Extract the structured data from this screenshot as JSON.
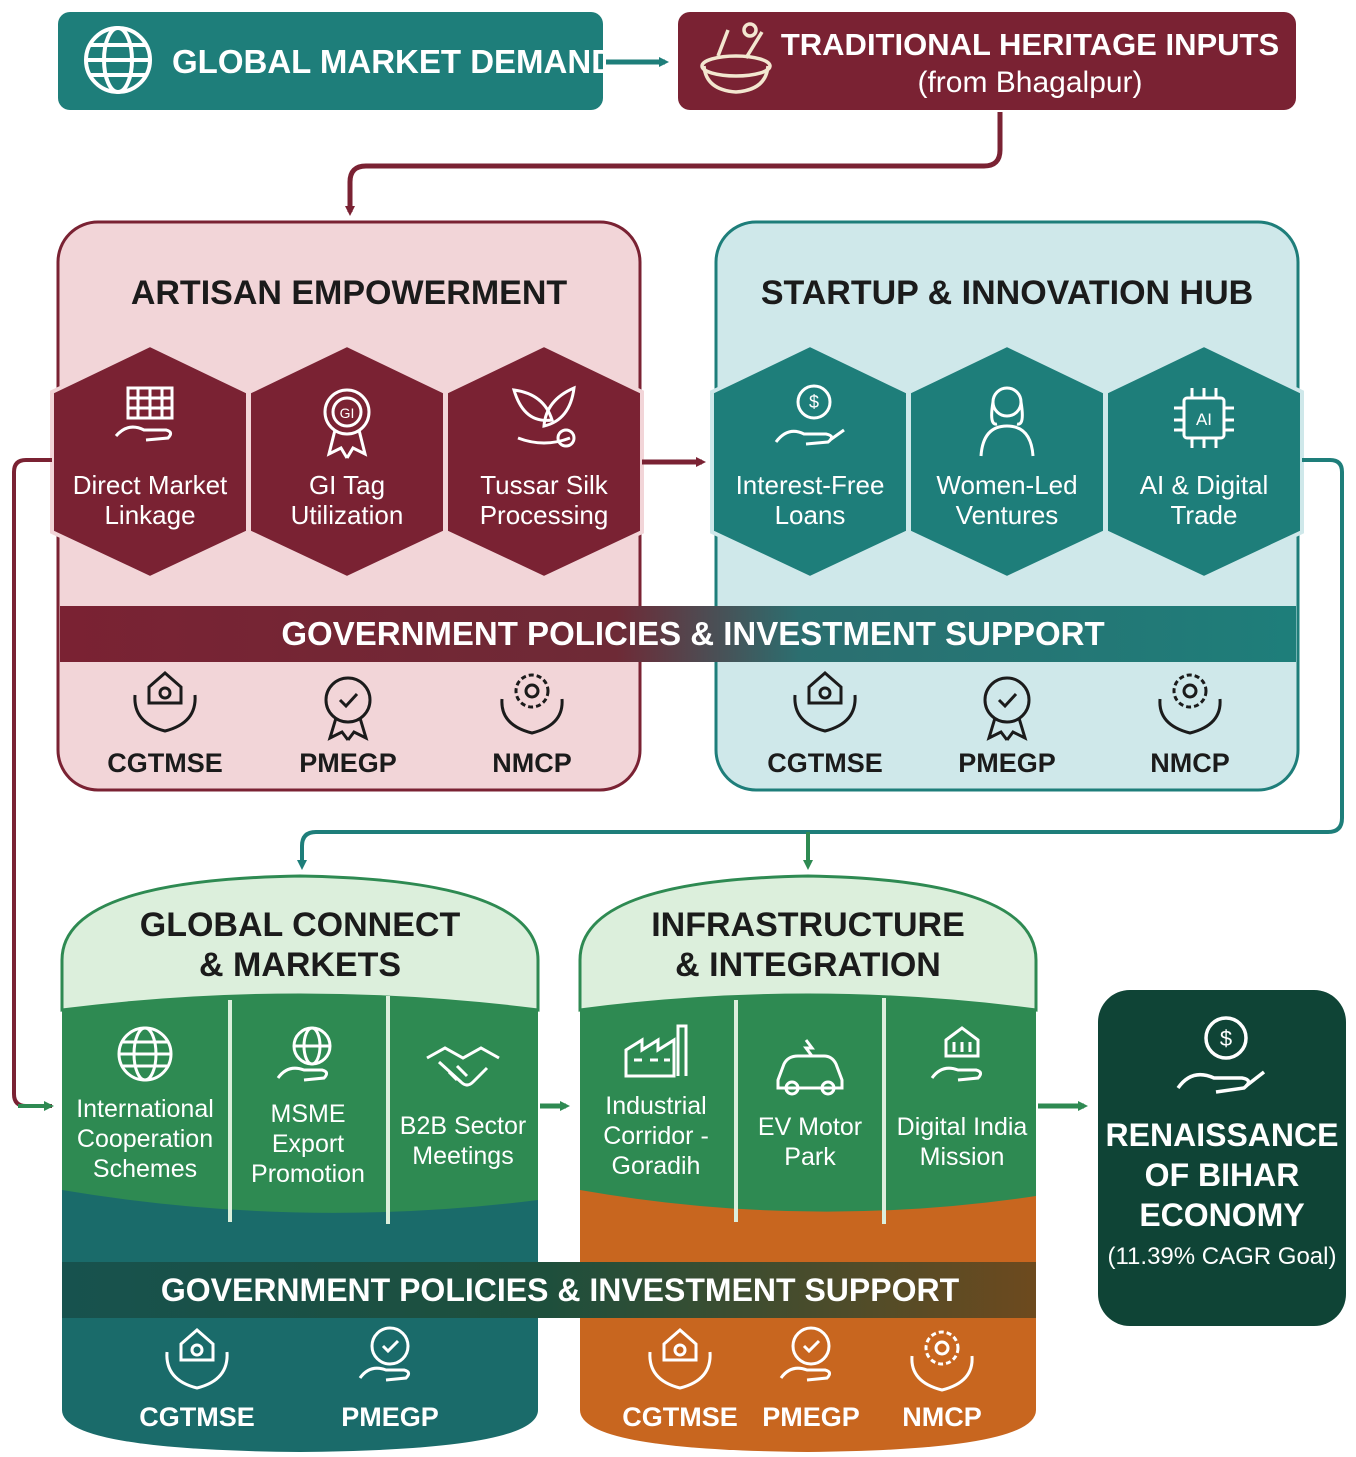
{
  "colors": {
    "teal": "#1e7e7a",
    "maroon": "#7a2233",
    "maroon_dark": "#5e1a26",
    "pink_bg": "#f2d5d8",
    "teal_light_bg": "#cfe8ea",
    "green": "#2e8a52",
    "green_light_bg": "#dcefdc",
    "teal_dark": "#1a6b6a",
    "orange": "#c8661f",
    "dark_green": "#0f4436",
    "white": "#ffffff",
    "ink": "#1b1b1b"
  },
  "top": {
    "global_demand": {
      "label": "GLOBAL MARKET DEMAND",
      "icon": "globe-icon"
    },
    "heritage": {
      "title": "TRADITIONAL HERITAGE INPUTS",
      "subtitle": "(from Bhagalpur)",
      "icon": "craft-pot-icon"
    }
  },
  "artisan": {
    "title": "ARTISAN EMPOWERMENT",
    "hexes": [
      {
        "l1": "Direct Market",
        "l2": "Linkage",
        "icon": "handloom-hand-icon"
      },
      {
        "l1": "GI Tag",
        "l2": "Utilization",
        "icon": "gi-badge-icon"
      },
      {
        "l1": "Tussar Silk",
        "l2": "Processing",
        "icon": "silk-leaf-icon"
      }
    ],
    "schemes": [
      "CGTMSE",
      "PMEGP",
      "NMCP"
    ]
  },
  "startup": {
    "title": "STARTUP & INNOVATION HUB",
    "hexes": [
      {
        "l1": "Interest-Free",
        "l2": "Loans",
        "icon": "dollar-hand-icon"
      },
      {
        "l1": "Women-Led",
        "l2": "Ventures",
        "icon": "woman-icon"
      },
      {
        "l1": "AI & Digital",
        "l2": "Trade",
        "icon": "ai-chip-icon"
      }
    ],
    "schemes": [
      "CGTMSE",
      "PMEGP",
      "NMCP"
    ]
  },
  "policy_banner_top": "GOVERNMENT POLICIES & INVESTMENT SUPPORT",
  "global_connect": {
    "title1": "GLOBAL CONNECT",
    "title2": "& MARKETS",
    "panels": [
      {
        "lines": [
          "International",
          "Cooperation",
          "Schemes"
        ],
        "icon": "globe-icon"
      },
      {
        "lines": [
          "MSME",
          "Export",
          "Promotion"
        ],
        "icon": "globe-hand-icon"
      },
      {
        "lines": [
          "B2B Sector",
          "Meetings"
        ],
        "icon": "handshake-icon"
      }
    ],
    "schemes": [
      "CGTMSE",
      "PMEGP"
    ]
  },
  "infrastructure": {
    "title1": "INFRASTRUCTURE",
    "title2": "& INTEGRATION",
    "panels": [
      {
        "lines": [
          "Industrial",
          "Corridor -",
          "Goradih"
        ],
        "icon": "factory-icon"
      },
      {
        "lines": [
          "EV Motor",
          "Park"
        ],
        "icon": "ev-car-icon"
      },
      {
        "lines": [
          "Digital India",
          "Mission"
        ],
        "icon": "digital-hand-icon"
      }
    ],
    "schemes": [
      "CGTMSE",
      "PMEGP",
      "NMCP"
    ]
  },
  "policy_banner_bottom": "GOVERNMENT POLICIES & INVESTMENT SUPPORT",
  "outcome": {
    "l1": "RENAISSANCE",
    "l2": "OF BIHAR",
    "l3": "ECONOMY",
    "goal": "(11.39% CAGR Goal)",
    "icon": "dollar-hand-icon"
  }
}
